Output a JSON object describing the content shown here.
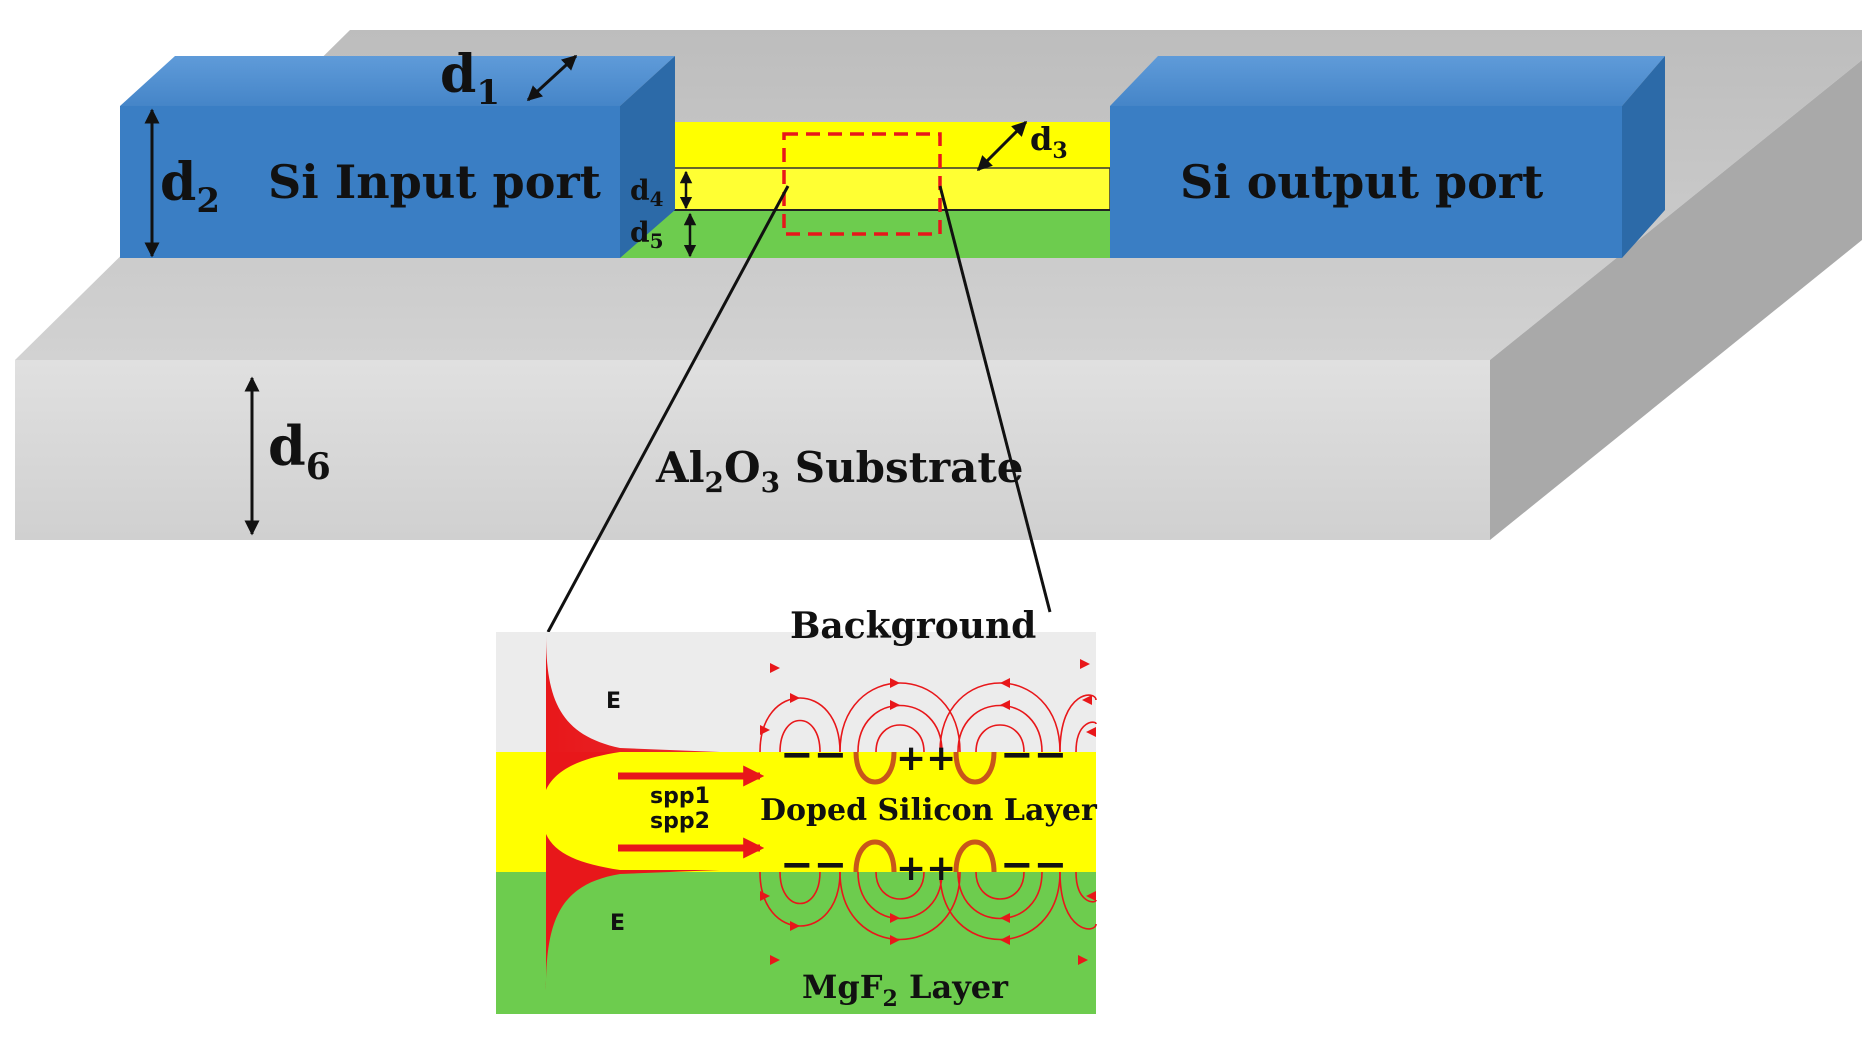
{
  "diagram": {
    "dimensions": {
      "d1": {
        "base": "d",
        "sub": "1"
      },
      "d2": {
        "base": "d",
        "sub": "2"
      },
      "d3": {
        "base": "d",
        "sub": "3"
      },
      "d4": {
        "base": "d",
        "sub": "4"
      },
      "d5": {
        "base": "d",
        "sub": "5"
      },
      "d6": {
        "base": "d",
        "sub": "6"
      }
    },
    "input_port": "Si Input port",
    "output_port": "Si output port",
    "substrate": {
      "a": "Al",
      "a_sub": "2",
      "b": "O",
      "b_sub": "3",
      "rest": " Substrate"
    },
    "inset": {
      "background": "Background",
      "doped_layer": "Doped Silicon Layer",
      "mgf2": {
        "a": "MgF",
        "a_sub": "2",
        "rest": " Layer"
      },
      "spp1": "spp1",
      "spp2": "spp2",
      "field_top": "E",
      "field_bottom": "E",
      "charge_neg": "−−",
      "charge_pos": "++"
    },
    "colors": {
      "port_blue": "#3a7ec4",
      "gold_layer": "#ffff00",
      "mgf2_green": "#6dcc4e",
      "substrate_gray": "#d8d8d8",
      "field_red": "#e8171a"
    }
  }
}
